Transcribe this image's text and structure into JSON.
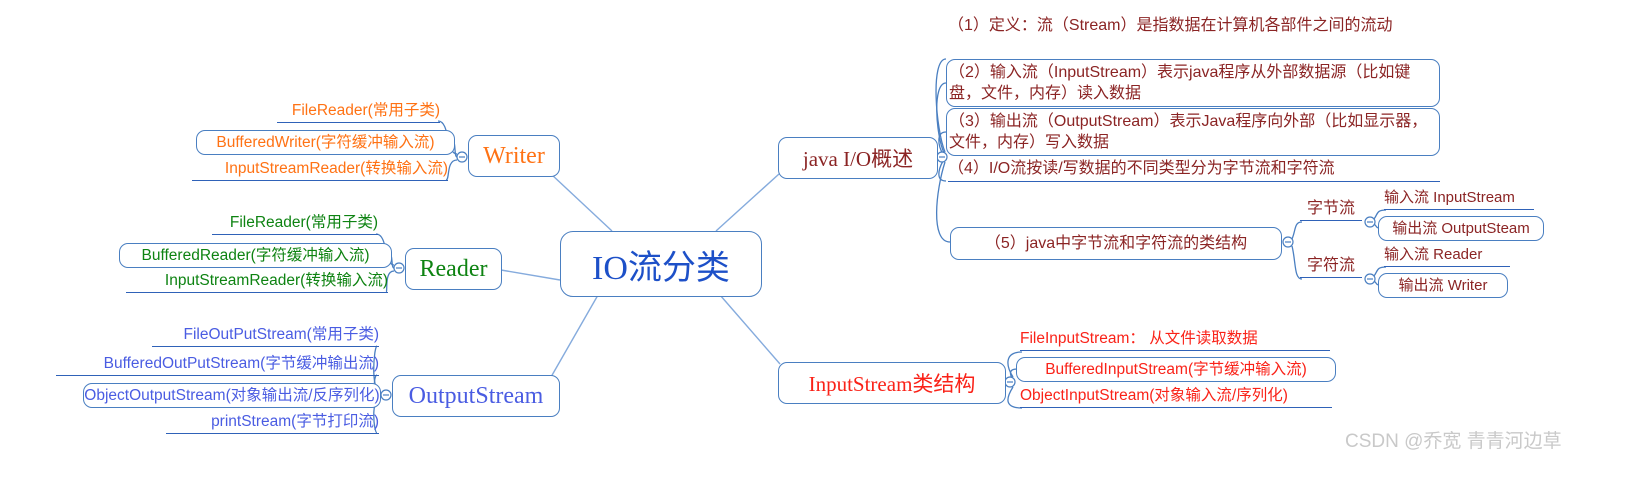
{
  "center": {
    "label": "IO流分类"
  },
  "writer": {
    "label": "Writer",
    "children": [
      "FileReader(常用子类)",
      "BufferedWriter(字符缓冲输入流)",
      "InputStreamReader(转换输入流)"
    ]
  },
  "reader": {
    "label": "Reader",
    "children": [
      "FileReader(常用子类)",
      "BufferedReader(字符缓冲输入流)",
      "InputStreamReader(转换输入流)"
    ]
  },
  "outputstream": {
    "label": "OutputStream",
    "children": [
      "FileOutPutStream(常用子类)",
      "BufferedOutPutStream(字节缓冲输出流)",
      "ObjectOutputStream(对象输出流/反序列化)",
      "printStream(字节打印流)"
    ]
  },
  "overview": {
    "label": "java I/O概述",
    "items": [
      "（1）定义：流（Stream）是指数据在计算机各部件之间的流动",
      "（2）输入流（InputStream）表示java程序从外部数据源（比如键盘，文件，内存）读入数据",
      "（3）输出流（OutputStream）表示Java程序向外部（比如显示器，文件，内存）写入数据",
      "（4）I/O流按读/写数据的不同类型分为字节流和字符流",
      "（5）java中字节流和字符流的类结构"
    ],
    "byte_stream": {
      "label": "字节流",
      "children": [
        "输入流 InputStream",
        "输出流 OutputSteam"
      ]
    },
    "char_stream": {
      "label": "字符流",
      "children": [
        "输入流 Reader",
        "输出流 Writer"
      ]
    }
  },
  "inputstream": {
    "label": "InputStream类结构",
    "children": [
      "FileInputStream： 从文件读取数据",
      "BufferedInputStream(字节缓冲输入流)",
      "ObjectInputStream(对象输入流/序列化)"
    ]
  },
  "watermark": "CSDN @乔宽 青青河边草",
  "colors": {
    "connector_blue": "#4a7fc1",
    "underline_blue": "#2f62b8",
    "center_blue": "#1d50c8",
    "writer_orange": "#ff7214",
    "reader_green": "#0e8312",
    "outputstream_blue": "#4a5ce2",
    "overview_maroon": "#8b2424",
    "inputstream_red": "#fa2218",
    "watermark_gray": "#c9c9c9"
  }
}
